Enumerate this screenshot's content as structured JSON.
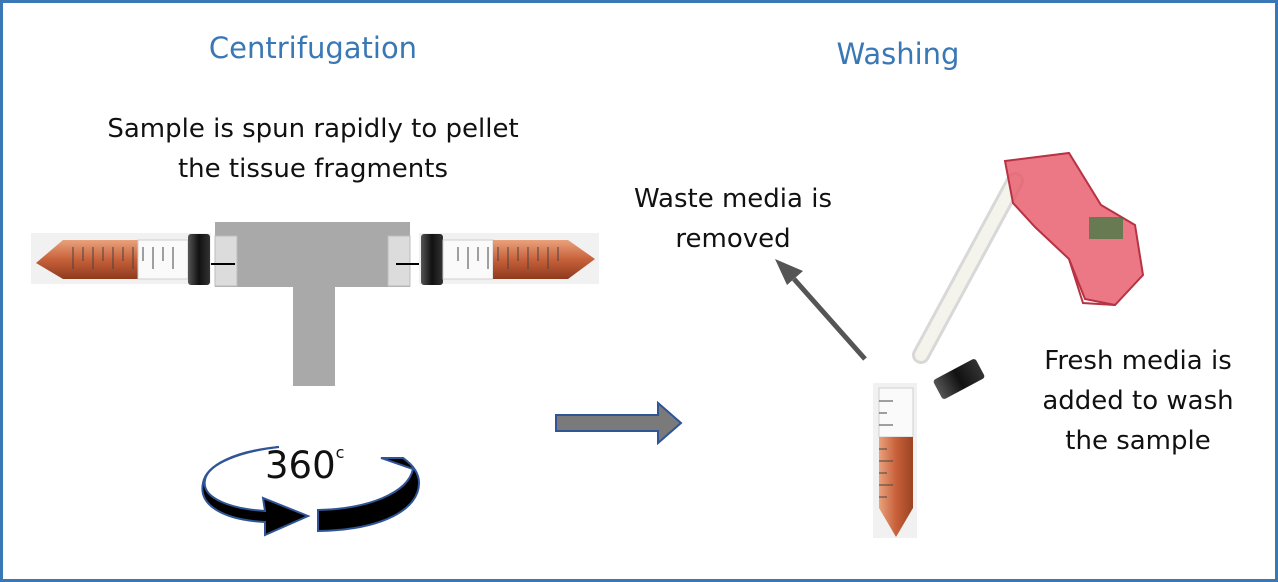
{
  "left_panel": {
    "title": "Centrifugation",
    "caption_line1": "Sample is spun rapidly to pellet",
    "caption_line2": "the tissue fragments",
    "rotation_label": "360",
    "rotation_unit": "c"
  },
  "right_panel": {
    "title": "Washing",
    "waste_line1": "Waste media is",
    "waste_line2": "removed",
    "fresh_line1": "Fresh media is",
    "fresh_line2": "added to wash",
    "fresh_line3": "the sample"
  },
  "colors": {
    "heading": "#3a78b5",
    "frame": "#3a78b5",
    "rotor": "#a9a9a9",
    "media": "#c8613a",
    "arrow_fill": "#7a7a7a",
    "arrow_stroke": "#2f5597",
    "pipette": "#e85a6a"
  }
}
